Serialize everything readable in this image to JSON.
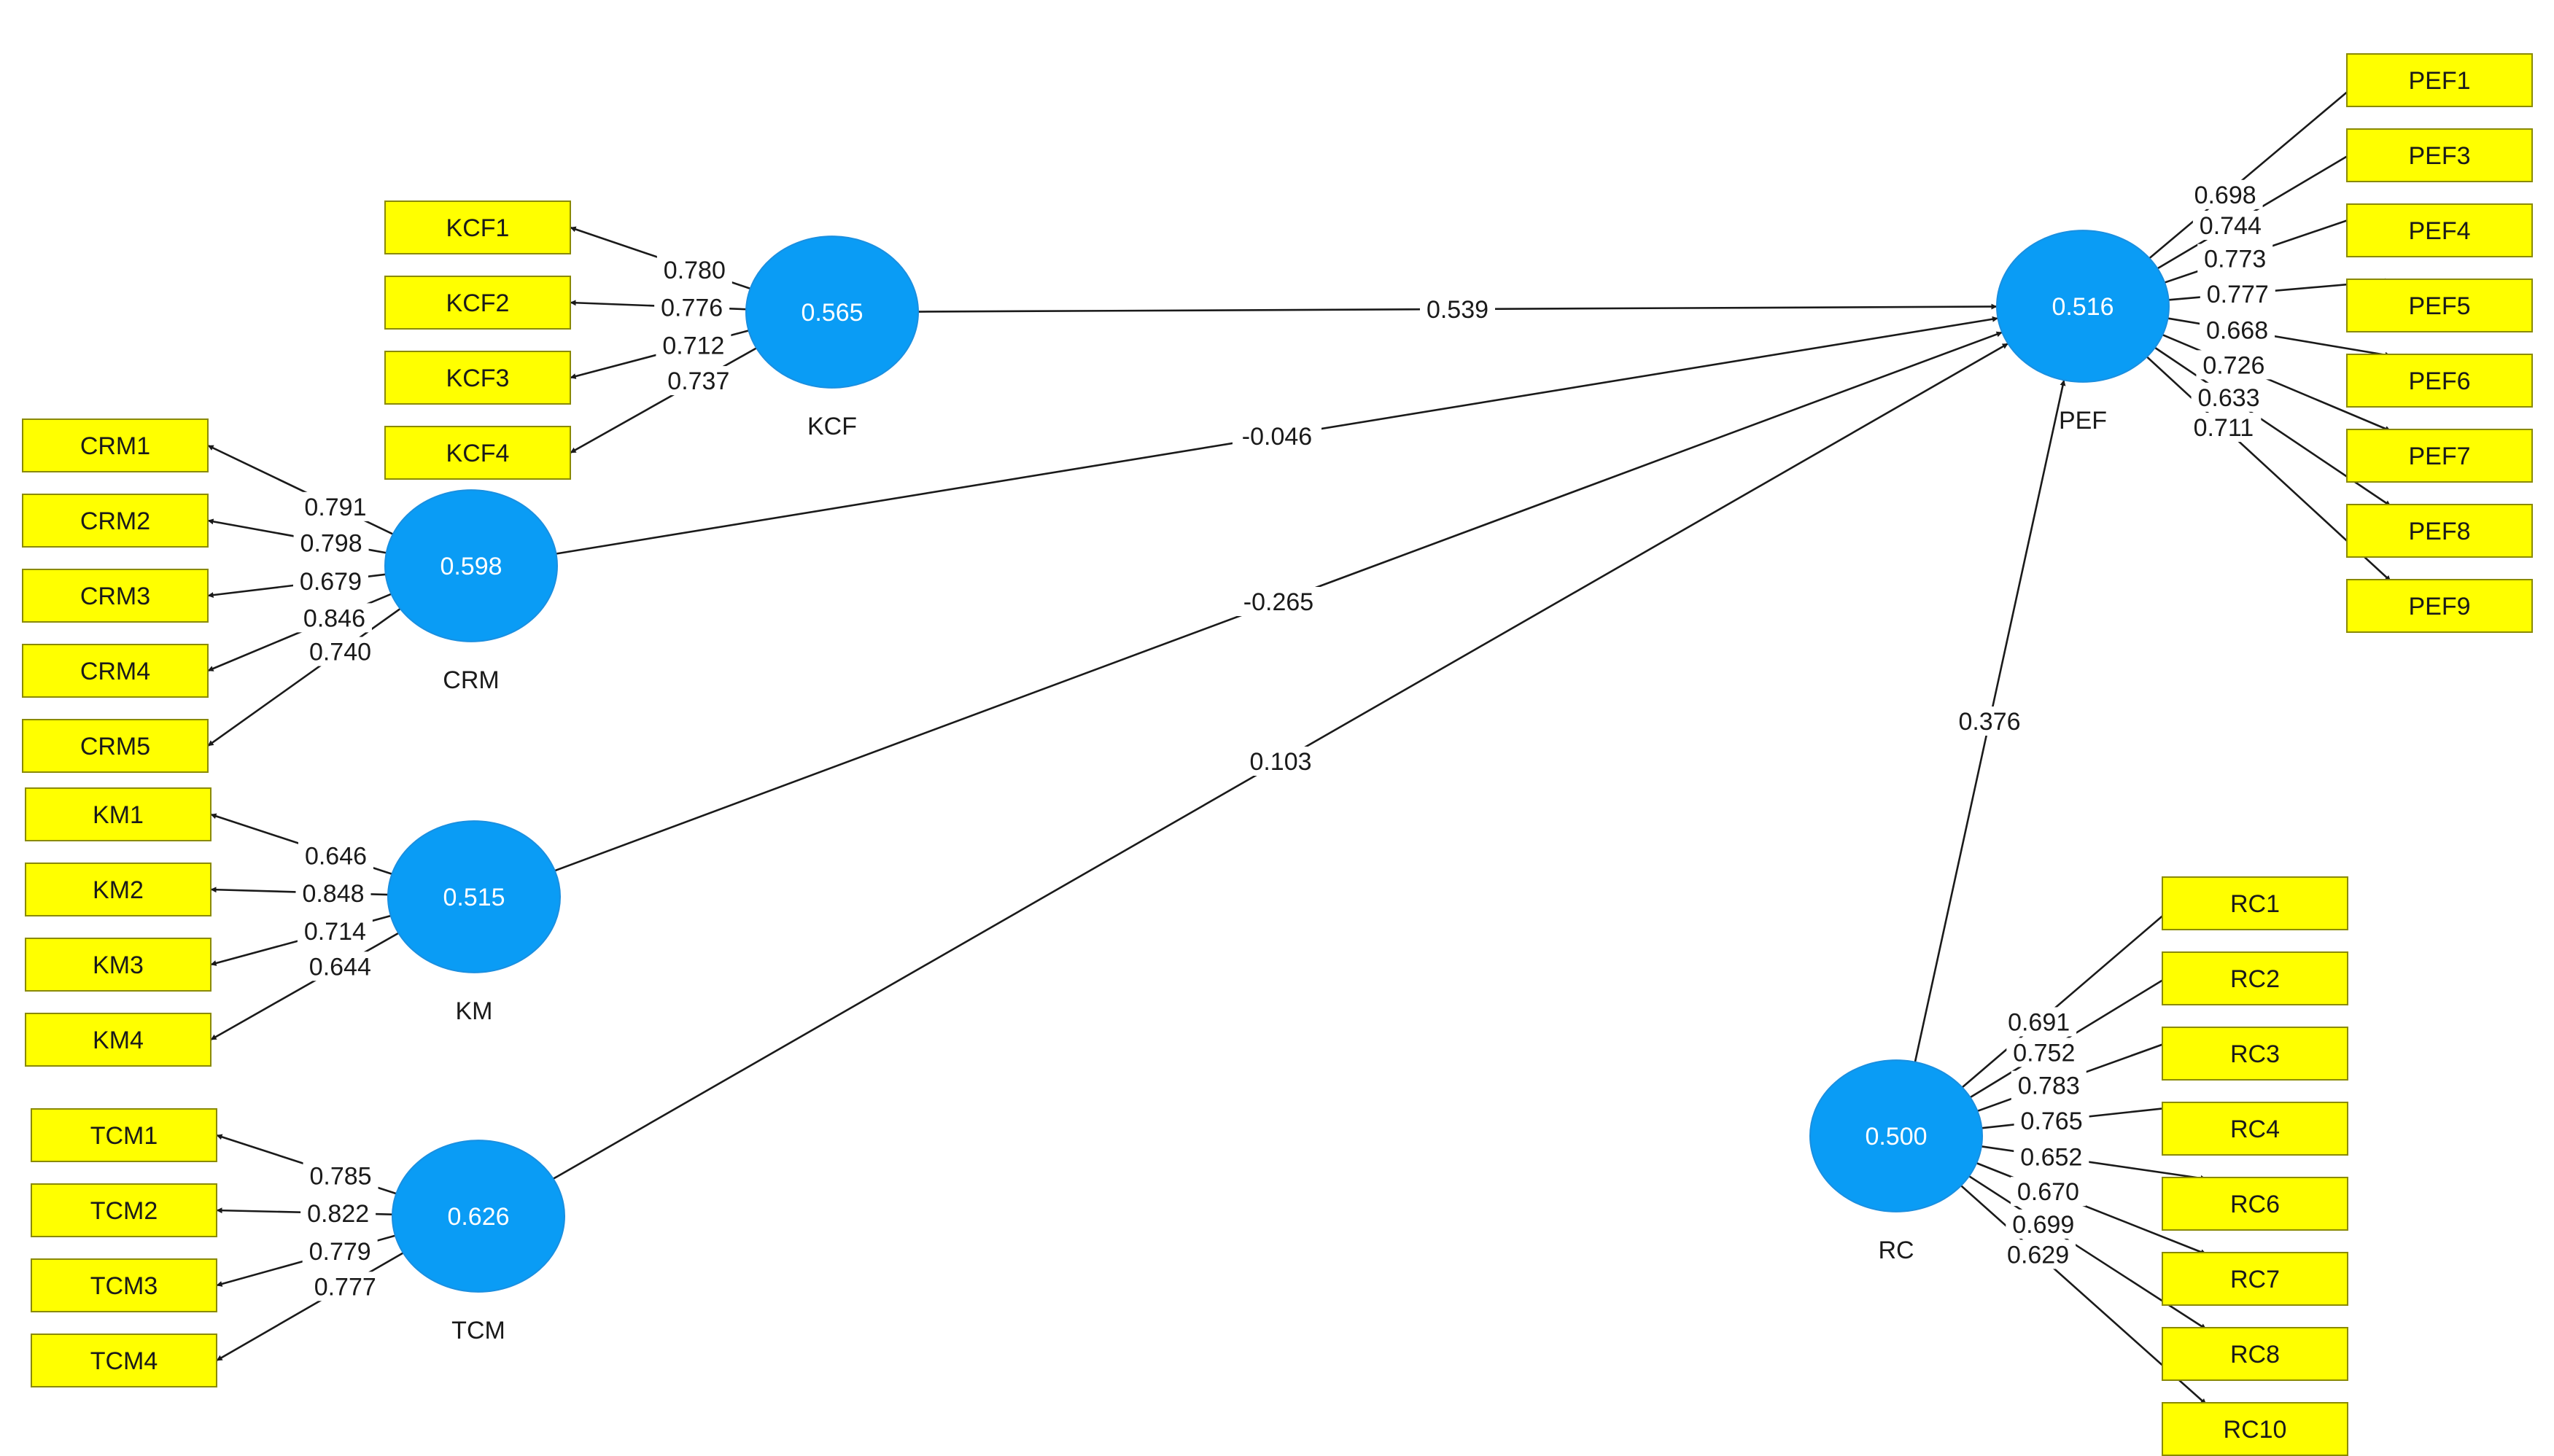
{
  "constructs": [
    {
      "id": "KCF",
      "name": "KCF",
      "value": "0.565"
    },
    {
      "id": "CRM",
      "name": "CRM",
      "value": "0.598"
    },
    {
      "id": "KM",
      "name": "KM",
      "value": "0.515"
    },
    {
      "id": "TCM",
      "name": "TCM",
      "value": "0.626"
    },
    {
      "id": "PEF",
      "name": "PEF",
      "value": "0.516"
    },
    {
      "id": "RC",
      "name": "RC",
      "value": "0.500"
    }
  ],
  "paths": [
    {
      "from": "KCF",
      "to": "PEF",
      "value": "0.539"
    },
    {
      "from": "CRM",
      "to": "PEF",
      "value": "-0.046"
    },
    {
      "from": "KM",
      "to": "PEF",
      "value": "-0.265"
    },
    {
      "from": "TCM",
      "to": "PEF",
      "value": "0.103"
    },
    {
      "from": "RC",
      "to": "PEF",
      "value": "0.376"
    }
  ],
  "indicators": {
    "KCF": [
      {
        "label": "KCF1",
        "loading": "0.780"
      },
      {
        "label": "KCF2",
        "loading": "0.776"
      },
      {
        "label": "KCF3",
        "loading": "0.712"
      },
      {
        "label": "KCF4",
        "loading": "0.737"
      }
    ],
    "CRM": [
      {
        "label": "CRM1",
        "loading": "0.791"
      },
      {
        "label": "CRM2",
        "loading": "0.798"
      },
      {
        "label": "CRM3",
        "loading": "0.679"
      },
      {
        "label": "CRM4",
        "loading": "0.846"
      },
      {
        "label": "CRM5",
        "loading": "0.740"
      }
    ],
    "KM": [
      {
        "label": "KM1",
        "loading": "0.646"
      },
      {
        "label": "KM2",
        "loading": "0.848"
      },
      {
        "label": "KM3",
        "loading": "0.714"
      },
      {
        "label": "KM4",
        "loading": "0.644"
      }
    ],
    "TCM": [
      {
        "label": "TCM1",
        "loading": "0.785"
      },
      {
        "label": "TCM2",
        "loading": "0.822"
      },
      {
        "label": "TCM3",
        "loading": "0.779"
      },
      {
        "label": "TCM4",
        "loading": "0.777"
      }
    ],
    "PEF": [
      {
        "label": "PEF1",
        "loading": "0.698"
      },
      {
        "label": "PEF3",
        "loading": "0.744"
      },
      {
        "label": "PEF4",
        "loading": "0.773"
      },
      {
        "label": "PEF5",
        "loading": "0.777"
      },
      {
        "label": "PEF6",
        "loading": "0.668"
      },
      {
        "label": "PEF7",
        "loading": "0.726"
      },
      {
        "label": "PEF8",
        "loading": "0.633"
      },
      {
        "label": "PEF9",
        "loading": "0.711"
      }
    ],
    "RC": [
      {
        "label": "RC1",
        "loading": "0.691"
      },
      {
        "label": "RC2",
        "loading": "0.752"
      },
      {
        "label": "RC3",
        "loading": "0.783"
      },
      {
        "label": "RC4",
        "loading": "0.765"
      },
      {
        "label": "RC6",
        "loading": "0.652"
      },
      {
        "label": "RC7",
        "loading": "0.670"
      },
      {
        "label": "RC8",
        "loading": "0.699"
      },
      {
        "label": "RC10",
        "loading": "0.629"
      }
    ]
  },
  "colors": {
    "construct_fill": "#0a9cf5",
    "indicator_fill": "#ffff00",
    "line": "#1a1a1a"
  }
}
